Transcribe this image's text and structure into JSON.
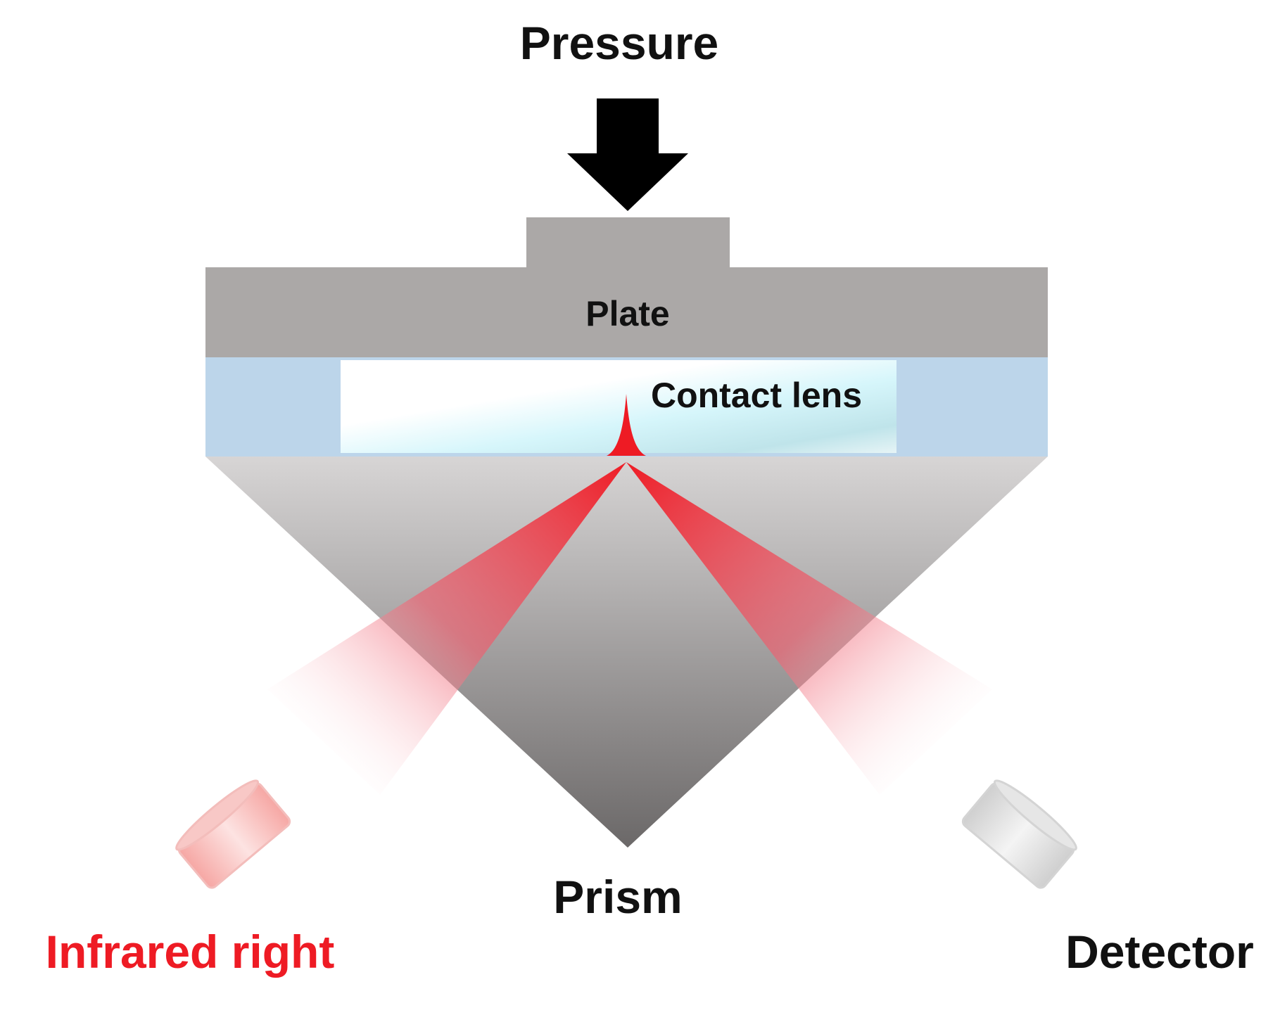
{
  "labels": {
    "pressure": "Pressure",
    "plate": "Plate",
    "contact_lens": "Contact lens",
    "prism": "Prism",
    "source": "Infrared right",
    "detector": "Detector"
  },
  "colors": {
    "plate": "#aba8a7",
    "lens_band": "#bcd5ea",
    "beam": "#ee1b24",
    "source_label": "#ee1b24",
    "text": "#111111",
    "arrow": "#000000"
  }
}
